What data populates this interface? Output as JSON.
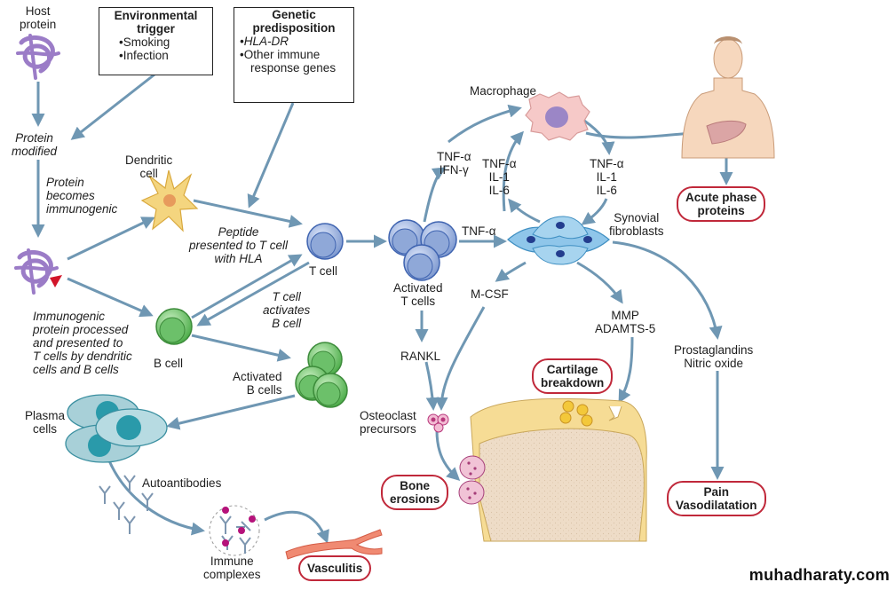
{
  "title": "Pathogenesis of rheumatoid arthritis",
  "colors": {
    "arrow": "#6f97b3",
    "outcome_border": "#c0283a",
    "protein": "#9b7cc7",
    "dendritic": "#f3d27a",
    "t_cell": "#8fa8d8",
    "b_cell": "#6cc06a",
    "plasma": "#9fc9d2",
    "macrophage": "#f2c2c4",
    "fibroblast": "#7bb8e0",
    "cartilage": "#f6dc95",
    "bone": "#eedcc7"
  },
  "labels": {
    "host_protein": [
      "Host",
      "protein"
    ],
    "protein_modified": [
      "Protein",
      "modified"
    ],
    "protein_becomes_immunogenic": [
      "Protein",
      "becomes",
      "immunogenic"
    ],
    "dendritic_cell": [
      "Dendritic",
      "cell"
    ],
    "peptide_presented": [
      "Peptide",
      "presented to T cell",
      "with HLA"
    ],
    "t_cell": "T cell",
    "t_cell_activates_b_cell": [
      "T cell",
      "activates",
      "B cell"
    ],
    "immunogenic_processed": [
      "Immunogenic",
      "protein processed",
      "and presented to",
      "T cells by dendritic",
      "cells and B cells"
    ],
    "b_cell": "B cell",
    "activated_b_cells": [
      "Activated",
      "B cells"
    ],
    "plasma_cells": [
      "Plasma",
      "cells"
    ],
    "autoantibodies": "Autoantibodies",
    "immune_complexes": [
      "Immune",
      "complexes"
    ],
    "activated_t_cells": [
      "Activated",
      "T cells"
    ],
    "tnf_ifn": [
      "TNF-α",
      "IFN-γ"
    ],
    "macrophage": "Macrophage",
    "cytokines_left": [
      "TNF-α",
      "IL-1",
      "IL-6"
    ],
    "cytokines_right": [
      "TNF-α",
      "IL-1",
      "IL-6"
    ],
    "tnf_alpha": "TNF-α",
    "synovial_fibroblasts": [
      "Synovial",
      "fibroblasts"
    ],
    "m_csf": "M-CSF",
    "rankl": "RANKL",
    "osteoclast_precursors": [
      "Osteoclast",
      "precursors"
    ],
    "mmp": [
      "MMP",
      "ADAMTS-5"
    ],
    "prostaglandins": [
      "Prostaglandins",
      "Nitric oxide"
    ]
  },
  "boxes": {
    "environmental": {
      "title": [
        "Environmental",
        "trigger"
      ],
      "items": [
        "Smoking",
        "Infection"
      ]
    },
    "genetic": {
      "title": [
        "Genetic",
        "predisposition"
      ],
      "items": [
        "HLA-DR",
        "Other immune",
        "response genes"
      ]
    }
  },
  "outcomes": {
    "acute_phase": [
      "Acute phase",
      "proteins"
    ],
    "cartilage": [
      "Cartilage",
      "breakdown"
    ],
    "bone": [
      "Bone",
      "erosions"
    ],
    "pain": [
      "Pain",
      "Vasodilatation"
    ],
    "vasculitis": "Vasculitis"
  },
  "watermark": "muhadharaty.com"
}
